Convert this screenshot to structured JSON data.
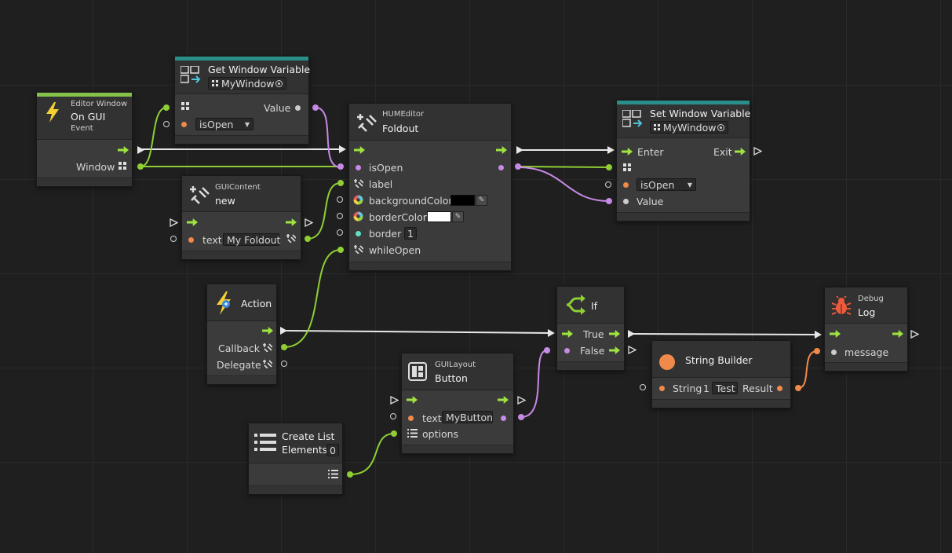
{
  "colors": {
    "background": "#1f1f1f",
    "node_body": "#3b3b3b",
    "control_flow": "#9fe340",
    "value_purple": "#c78ae5",
    "string_orange": "#f08a4b",
    "flow_white": "#e8e8e8",
    "event_bar": "#86c24a",
    "variable_bar": "#2a8f8a"
  },
  "nodes": {
    "on_gui": {
      "category": "Editor Window",
      "title": "On GUI",
      "subtitle": "Event",
      "port_window": "Window",
      "icon": "lightning-icon"
    },
    "get_var": {
      "title": "Get Window Variable",
      "variable": "MyWindow",
      "port_value": "Value",
      "name_value": "isOpen",
      "icon": "variable-icon"
    },
    "foldout": {
      "category": "HUMEditor",
      "title": "Foldout",
      "icon": "editor-icon",
      "ports": {
        "is_open": "isOpen",
        "label": "label",
        "background_color": "backgroundColor",
        "border_color": "borderColor",
        "border": "border",
        "while_open": "whileOpen"
      },
      "border_value": "1"
    },
    "set_var": {
      "title": "Set Window Variable",
      "variable": "MyWindow",
      "enter": "Enter",
      "exit": "Exit",
      "name_value": "isOpen",
      "port_value": "Value",
      "icon": "variable-icon"
    },
    "gui_content": {
      "category": "GUIContent",
      "title": "new",
      "port_text": "text",
      "text_value": "My Foldout",
      "icon": "editor-icon"
    },
    "action": {
      "title": "Action",
      "port_callback": "Callback",
      "port_delegate": "Delegate",
      "icon": "action-icon"
    },
    "if_node": {
      "title": "If",
      "port_true": "True",
      "port_false": "False",
      "icon": "branch-icon"
    },
    "debug_log": {
      "category": "Debug",
      "title": "Log",
      "port_message": "message",
      "icon": "bug-icon"
    },
    "string_builder": {
      "title": "String Builder",
      "port_string": "String",
      "count": "1",
      "string_value": "Test",
      "port_result": "Result",
      "icon": "orange-circle-icon"
    },
    "gui_button": {
      "category": "GUILayout",
      "title": "Button",
      "port_text": "text",
      "text_value": "MyButton",
      "port_options": "options",
      "icon": "layout-icon"
    },
    "create_list": {
      "title": "Create List",
      "elements_label": "Elements",
      "elements_value": "0",
      "icon": "list-icon"
    }
  }
}
